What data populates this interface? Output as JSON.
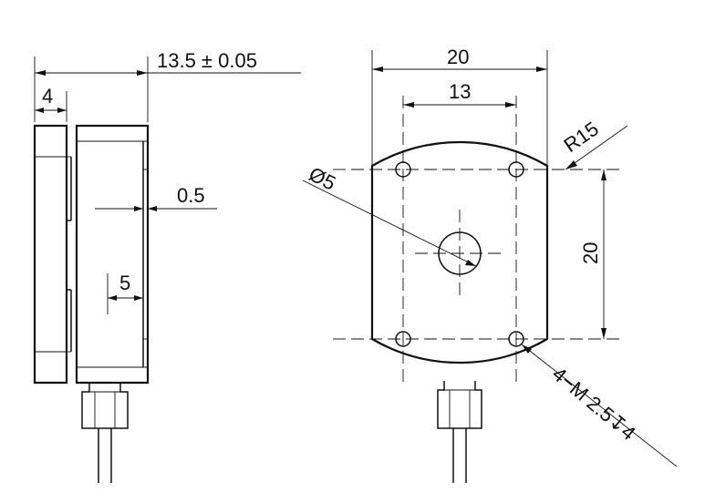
{
  "drawing": {
    "stroke_color": "#111111",
    "background": "#ffffff"
  },
  "side_view": {
    "dim_total_thickness": "13.5 ± 0.05",
    "dim_plate_thickness": "4",
    "dim_recess_depth": "0.5",
    "dim_pocket_width": "5"
  },
  "front_view": {
    "dim_overall_width": "20",
    "dim_hole_spacing_x": "13",
    "dim_hole_spacing_y": "20",
    "dim_edge_radius": "R15",
    "dim_center_hole": "Ø5",
    "dim_threaded_holes": "4−M 2.5↧4"
  }
}
